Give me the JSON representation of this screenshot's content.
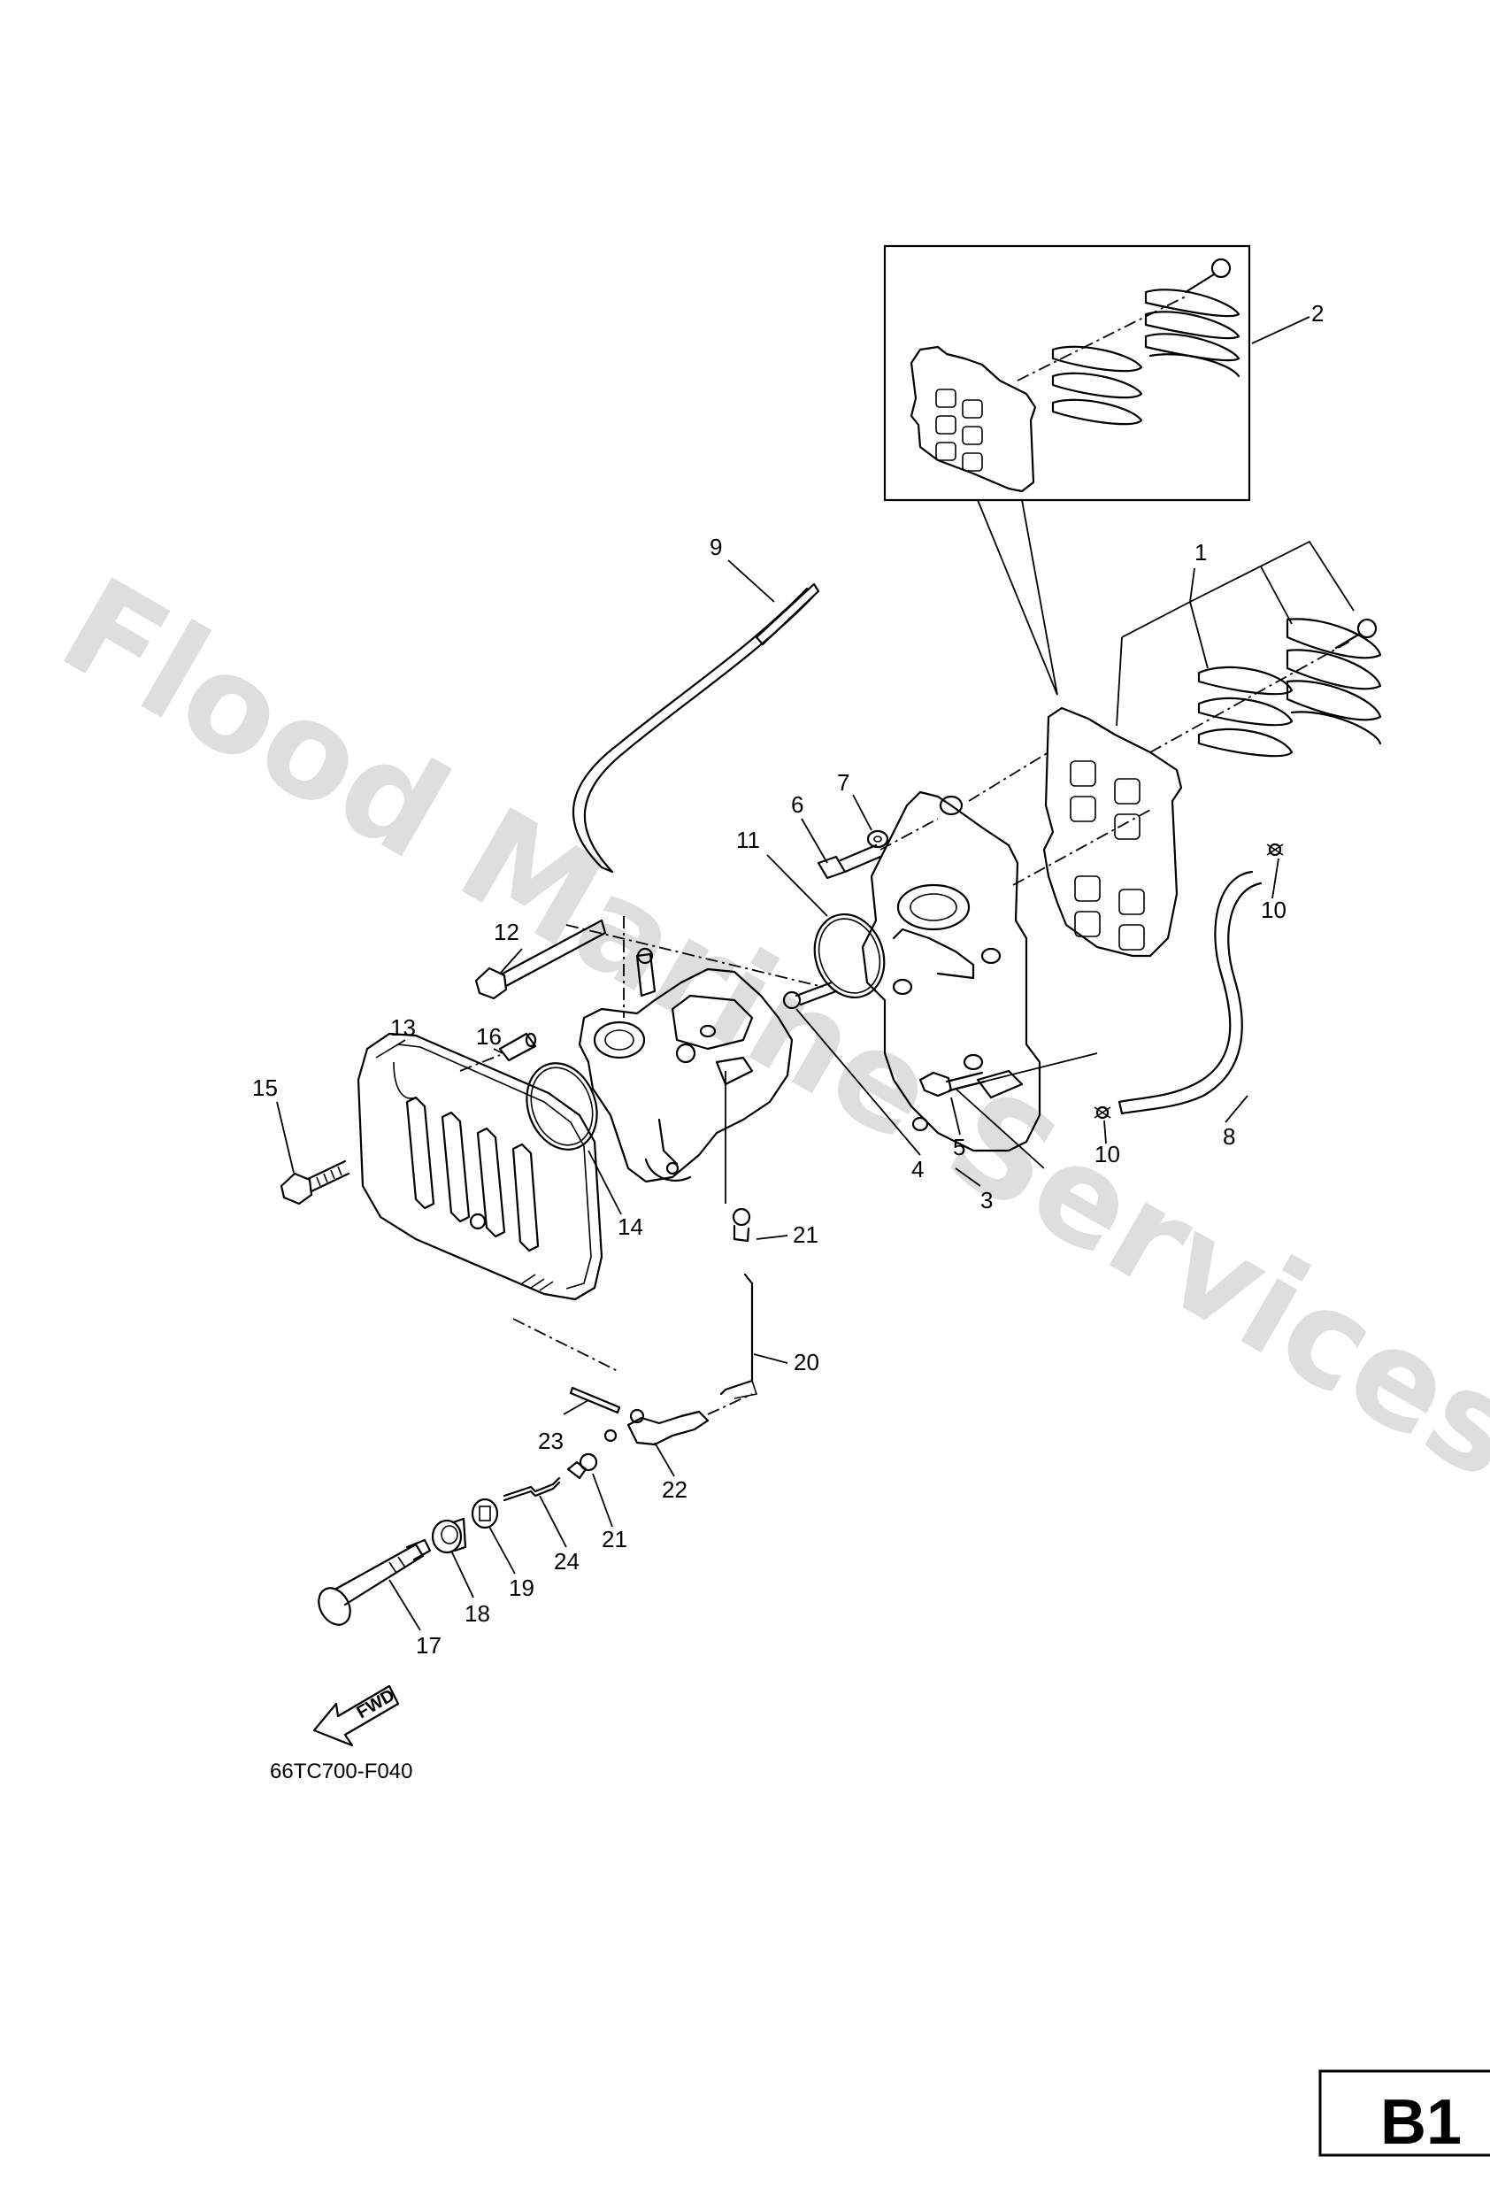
{
  "watermark": "Flood Marine Services",
  "drawing_code": "66TC700-F040",
  "page_code": "B1",
  "fwd_label": "FWD",
  "callouts": [
    {
      "id": "c1",
      "label": "1"
    },
    {
      "id": "c2",
      "label": "2"
    },
    {
      "id": "c3",
      "label": "3"
    },
    {
      "id": "c4",
      "label": "4"
    },
    {
      "id": "c5",
      "label": "5"
    },
    {
      "id": "c6",
      "label": "6"
    },
    {
      "id": "c7",
      "label": "7"
    },
    {
      "id": "c8",
      "label": "8"
    },
    {
      "id": "c9",
      "label": "9"
    },
    {
      "id": "c10a",
      "label": "10"
    },
    {
      "id": "c10b",
      "label": "10"
    },
    {
      "id": "c11",
      "label": "11"
    },
    {
      "id": "c12",
      "label": "12"
    },
    {
      "id": "c13",
      "label": "13"
    },
    {
      "id": "c14",
      "label": "14"
    },
    {
      "id": "c15",
      "label": "15"
    },
    {
      "id": "c16",
      "label": "16"
    },
    {
      "id": "c17",
      "label": "17"
    },
    {
      "id": "c18",
      "label": "18"
    },
    {
      "id": "c19",
      "label": "19"
    },
    {
      "id": "c20",
      "label": "20"
    },
    {
      "id": "c21a",
      "label": "21"
    },
    {
      "id": "c21b",
      "label": "21"
    },
    {
      "id": "c22",
      "label": "22"
    },
    {
      "id": "c23",
      "label": "23"
    },
    {
      "id": "c24",
      "label": "24"
    }
  ]
}
